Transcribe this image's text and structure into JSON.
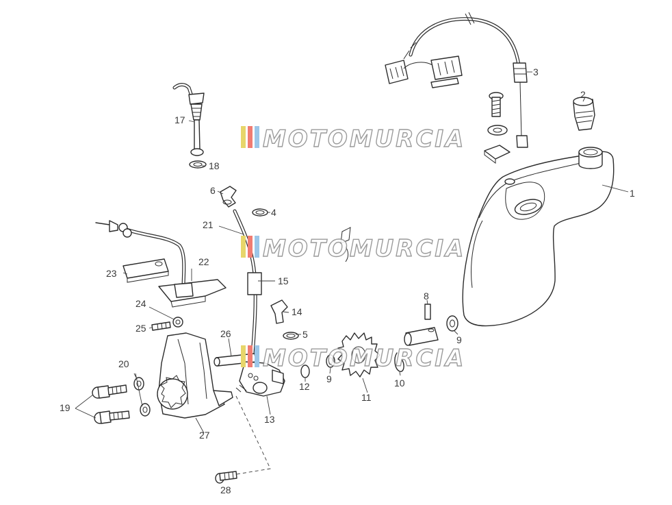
{
  "diagram": {
    "watermark_text": "MOTOMURCIA",
    "watermark_colors": [
      "#e7d66a",
      "#f07c72",
      "#9cc6e8"
    ],
    "part_labels": [
      {
        "id": "p1",
        "text": "1"
      },
      {
        "id": "p2",
        "text": "2"
      },
      {
        "id": "p3",
        "text": "3"
      },
      {
        "id": "p4",
        "text": "4"
      },
      {
        "id": "p5",
        "text": "5"
      },
      {
        "id": "p6",
        "text": "6"
      },
      {
        "id": "p8",
        "text": "8"
      },
      {
        "id": "p9a",
        "text": "9"
      },
      {
        "id": "p9b",
        "text": "9"
      },
      {
        "id": "p10",
        "text": "10"
      },
      {
        "id": "p11",
        "text": "11"
      },
      {
        "id": "p12",
        "text": "12"
      },
      {
        "id": "p13",
        "text": "13"
      },
      {
        "id": "p14",
        "text": "14"
      },
      {
        "id": "p15",
        "text": "15"
      },
      {
        "id": "p17",
        "text": "17"
      },
      {
        "id": "p18",
        "text": "18"
      },
      {
        "id": "p19",
        "text": "19"
      },
      {
        "id": "p20",
        "text": "20"
      },
      {
        "id": "p21",
        "text": "21"
      },
      {
        "id": "p22",
        "text": "22"
      },
      {
        "id": "p23",
        "text": "23"
      },
      {
        "id": "p24",
        "text": "24"
      },
      {
        "id": "p25",
        "text": "25"
      },
      {
        "id": "p26",
        "text": "26"
      },
      {
        "id": "p27",
        "text": "27"
      },
      {
        "id": "p28",
        "text": "28"
      }
    ]
  }
}
